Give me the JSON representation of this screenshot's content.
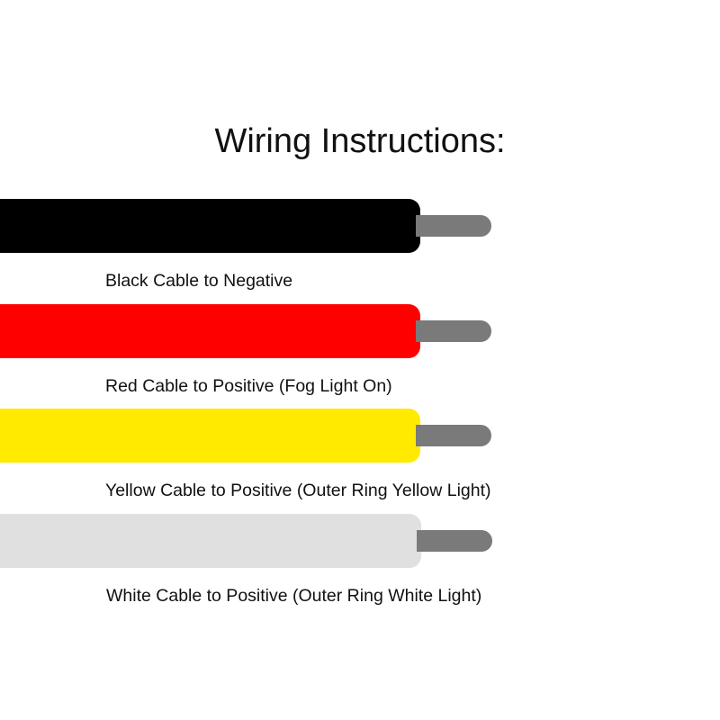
{
  "title": "Wiring Instructions:",
  "cables": [
    {
      "color_name": "black",
      "sheath_color": "#000000",
      "conductor_color": "#7a7a7a",
      "label": "Black Cable to Negative"
    },
    {
      "color_name": "red",
      "sheath_color": "#ff0000",
      "conductor_color": "#7a7a7a",
      "label": "Red Cable to Positive (Fog Light On)"
    },
    {
      "color_name": "yellow",
      "sheath_color": "#ffea00",
      "conductor_color": "#7a7a7a",
      "label": "Yellow Cable to Positive (Outer Ring Yellow Light)"
    },
    {
      "color_name": "white",
      "sheath_color": "#e0e0e0",
      "conductor_color": "#7a7a7a",
      "label": "White Cable to Positive (Outer Ring White Light)"
    }
  ]
}
